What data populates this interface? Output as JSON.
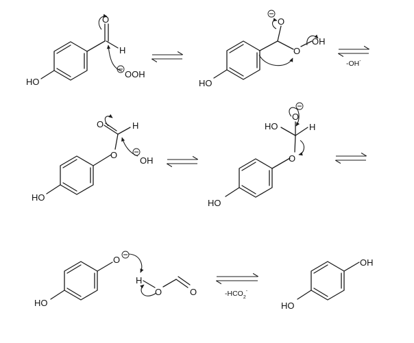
{
  "symbols": {
    "oxygen": "O",
    "hydrogen": "H",
    "hydroxyl": "HO",
    "hydroxyl_right": "OH",
    "hydroperoxide_anion": "OOH",
    "hydroxide": "OH",
    "minus": "⊖"
  },
  "conditions": {
    "loss_hydroxide": "-OH",
    "loss_hydroxide_sup": "-",
    "loss_formate": "-HCO",
    "loss_formate_sub": "2",
    "loss_formate_sup": "-"
  }
}
